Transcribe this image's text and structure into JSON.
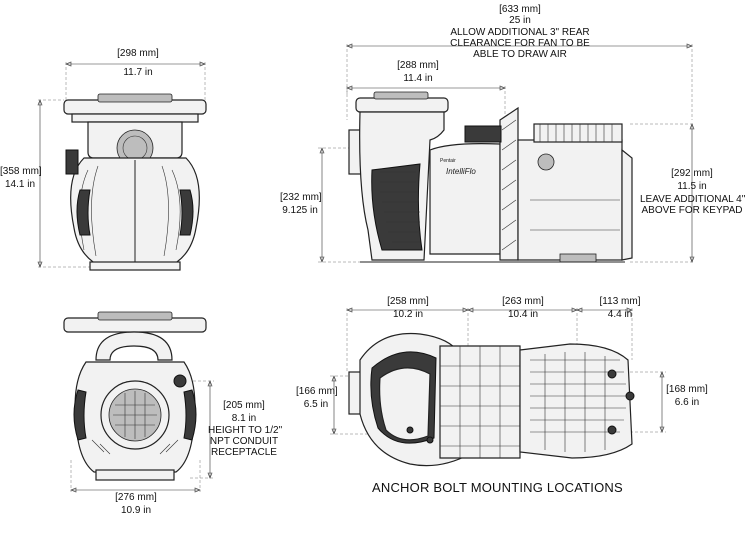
{
  "views": {
    "front_top": {
      "width": {
        "mm": "[298 mm]",
        "in": "11.7 in"
      },
      "height": {
        "mm": "[358 mm]",
        "in": "14.1 in"
      }
    },
    "side": {
      "overall": {
        "mm": "[633 mm]",
        "in": "25 in",
        "note_line1": "ALLOW ADDITIONAL 3\" REAR",
        "note_line2": "CLEARANCE  FOR FAN TO BE",
        "note_line3": "ABLE TO DRAW AIR"
      },
      "strainer_width": {
        "mm": "[288 mm]",
        "in": "11.4 in"
      },
      "inlet_height": {
        "mm": "[232 mm]",
        "in": "9.125 in"
      },
      "motor_height": {
        "mm": "[292 mm]",
        "in": "11.5 in",
        "note_line1": "LEAVE ADDITIONAL 4\"",
        "note_line2": "ABOVE FOR KEYPAD"
      },
      "brand_label": "IntelliFlo"
    },
    "rear": {
      "conduit_height": {
        "mm": "[205 mm]",
        "in": "8.1 in",
        "note_line1": "HEIGHT TO 1/2\"",
        "note_line2": "NPT CONDUIT",
        "note_line3": "RECEPTACLE"
      },
      "width": {
        "mm": "[276 mm]",
        "in": "10.9 in"
      }
    },
    "bottom": {
      "span1": {
        "mm": "[258 mm]",
        "in": "10.2 in"
      },
      "span2": {
        "mm": "[263 mm]",
        "in": "10.4 in"
      },
      "span3": {
        "mm": "[113 mm]",
        "in": "4.4 in"
      },
      "left_width": {
        "mm": "[166 mm]",
        "in": "6.5 in"
      },
      "right_width": {
        "mm": "[168 mm]",
        "in": "6.6 in"
      }
    }
  },
  "caption": "ANCHOR BOLT MOUNTING LOCATIONS"
}
